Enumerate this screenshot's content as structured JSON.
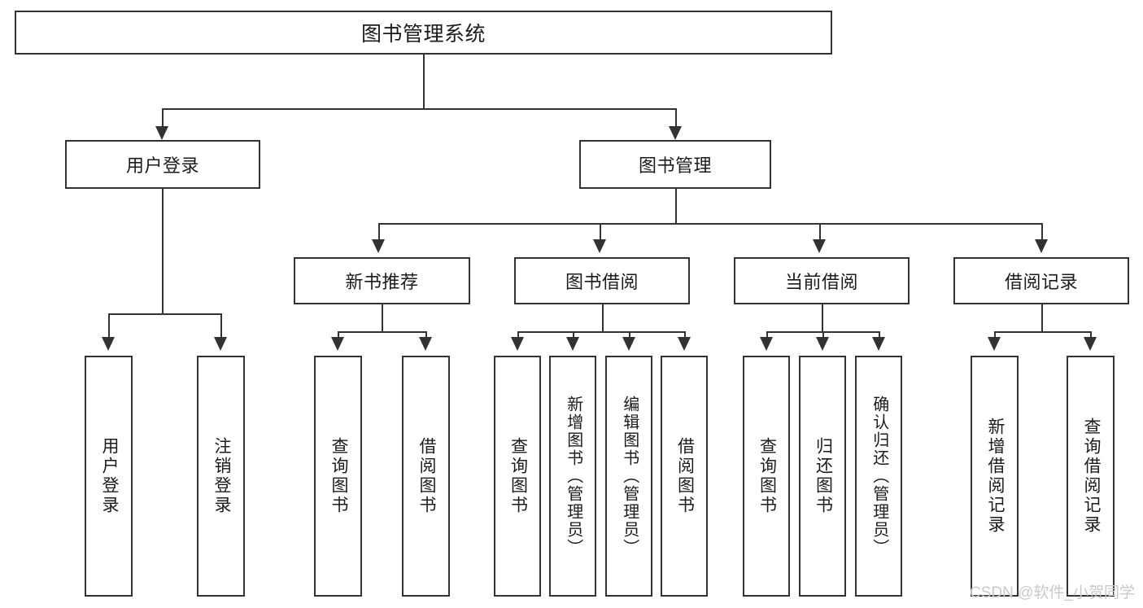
{
  "diagram": {
    "title": "图书管理系统",
    "type": "hierarchy-tree",
    "root": {
      "label": "图书管理系统"
    },
    "level2": [
      {
        "label": "用户登录"
      },
      {
        "label": "图书管理"
      }
    ],
    "level3": [
      {
        "label": "新书推荐"
      },
      {
        "label": "图书借阅"
      },
      {
        "label": "当前借阅"
      },
      {
        "label": "借阅记录"
      }
    ],
    "leaves": {
      "user_login": [
        {
          "label": "用户登录"
        },
        {
          "label": "注销登录"
        }
      ],
      "new_book_recommend": [
        {
          "label": "查询图书"
        },
        {
          "label": "借阅图书"
        }
      ],
      "book_borrow": [
        {
          "label": "查询图书"
        },
        {
          "label": "新增图书（管理员）"
        },
        {
          "label": "编辑图书（管理员）"
        },
        {
          "label": "借阅图书"
        }
      ],
      "current_borrow": [
        {
          "label": "查询图书"
        },
        {
          "label": "归还图书"
        },
        {
          "label": "确认归还（管理员）"
        }
      ],
      "borrow_record": [
        {
          "label": "新增借阅记录"
        },
        {
          "label": "查询借阅记录"
        }
      ]
    }
  },
  "watermark": {
    "text": "CSDN @软件_小贺同学"
  },
  "colors": {
    "stroke": "#333333",
    "text": "#1b1b1b",
    "background": "#ffffff",
    "watermark": "#c9c9c9"
  }
}
